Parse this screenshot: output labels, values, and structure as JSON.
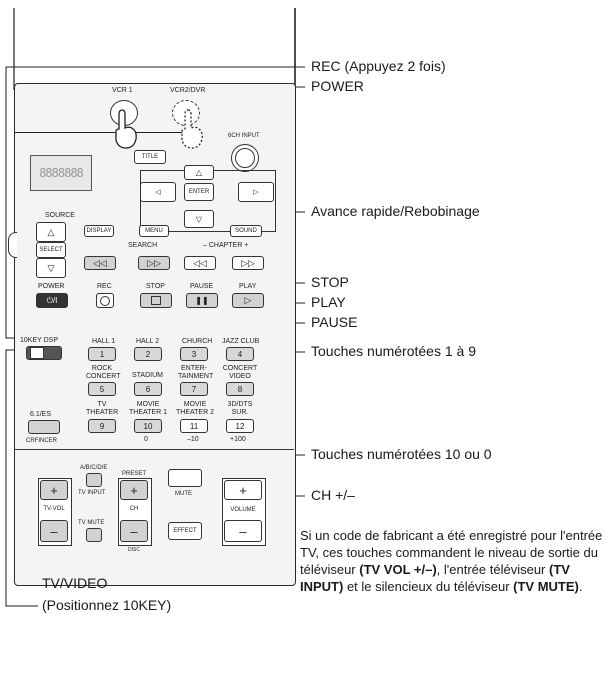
{
  "callouts": {
    "rec": "REC (Appuyez 2 fois)",
    "power": "POWER",
    "fast_forward": "Avance rapide/Rebobinage",
    "stop": "STOP",
    "play": "PLAY",
    "pause": "PAUSE",
    "num_1_9": "Touches numérotées 1 à 9",
    "num_10_0": "Touches numérotées 10 ou 0",
    "ch": "CH +/–",
    "tv_video": "TV/VIDEO",
    "tenkey": "(Positionnez 10KEY)"
  },
  "note": {
    "part1": "Si un code de fabricant a été enregistré pour l'entrée TV, ces touches commandent le niveau de sortie du téléviseur ",
    "tv_vol": "(TV VOL +/–)",
    "part2": ", l'entrée téléviseur ",
    "tv_input": "(TV INPUT)",
    "part3": " et le silencieux du téléviseur ",
    "tv_mute": "(TV MUTE)",
    "part4": "."
  },
  "remote": {
    "vcr1": "VCR 1",
    "vcr2dvr": "VCR2/DVR",
    "title": "TITLE",
    "sixch_input": "6CH INPUT",
    "enter": "ENTER",
    "source": "SOURCE",
    "select": "SELECT",
    "display": "DISPLAY",
    "menu": "MENU",
    "sound": "SOUND",
    "search": "SEARCH",
    "chapter": "– CHAPTER +",
    "power": "POWER",
    "rec": "REC",
    "stop": "STOP",
    "pause": "PAUSE",
    "play": "PLAY",
    "tenkey_dsp": "10KEY   DSP",
    "surround": {
      "hall1": "HALL 1",
      "hall2": "HALL 2",
      "church": "CHURCH",
      "jazz": "JAZZ CLUB",
      "rock": "ROCK CONCERT",
      "stadium": "STADIUM",
      "entertainment": "ENTER-TAINMENT",
      "concert_video": "CONCERT VIDEO",
      "tv_theater": "TV THEATER",
      "movie1": "MOVIE THEATER 1",
      "movie2": "MOVIE THEATER 2",
      "sur": "3D/DTS SUR."
    },
    "numbers": [
      "1",
      "2",
      "3",
      "4",
      "5",
      "6",
      "7",
      "8",
      "9",
      "10",
      "11",
      "12"
    ],
    "under10": "0",
    "under11": "–10",
    "under12": "+100",
    "es": "6.1/ES",
    "crfincer": "CRFINCER",
    "abcde": "A/B/C/D/E",
    "preset": "PRESET",
    "tv_input": "TV INPUT",
    "tv_mute": "TV MUTE",
    "tv_vol": "TV-VOL",
    "ch": "CH",
    "mute": "MUTE",
    "effect": "EFFECT",
    "volume": "VOLUME",
    "disc": "DISC",
    "plus": "+",
    "minus": "–",
    "display_text": "8888888"
  }
}
